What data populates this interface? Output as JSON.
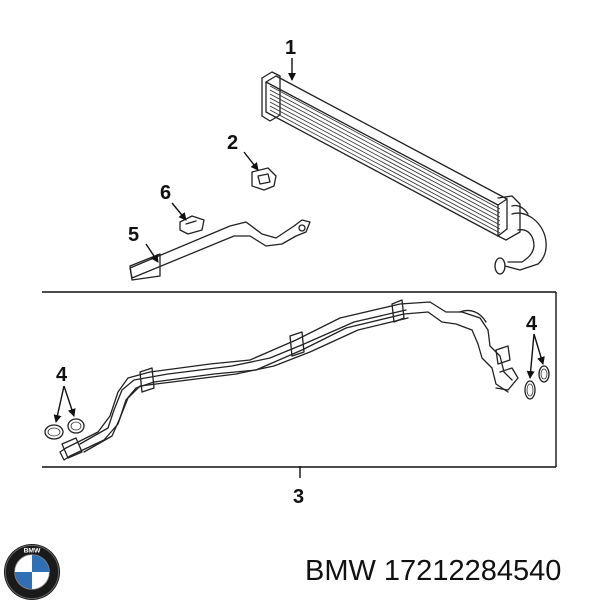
{
  "callouts": {
    "c1": "1",
    "c2": "2",
    "c3": "3",
    "c4_left": "4",
    "c4_right": "4",
    "c5": "5",
    "c6": "6"
  },
  "caption": {
    "brand": "BMW",
    "part_number": "17212284540",
    "text": "BMW 17212284540"
  },
  "logo": {
    "lettering": "BMW",
    "colors": {
      "ring": "#1a1a1a",
      "blue": "#2f6fb5",
      "white": "#ffffff"
    }
  },
  "colors": {
    "line": "#222222",
    "frame": "#111111",
    "background": "#ffffff"
  }
}
